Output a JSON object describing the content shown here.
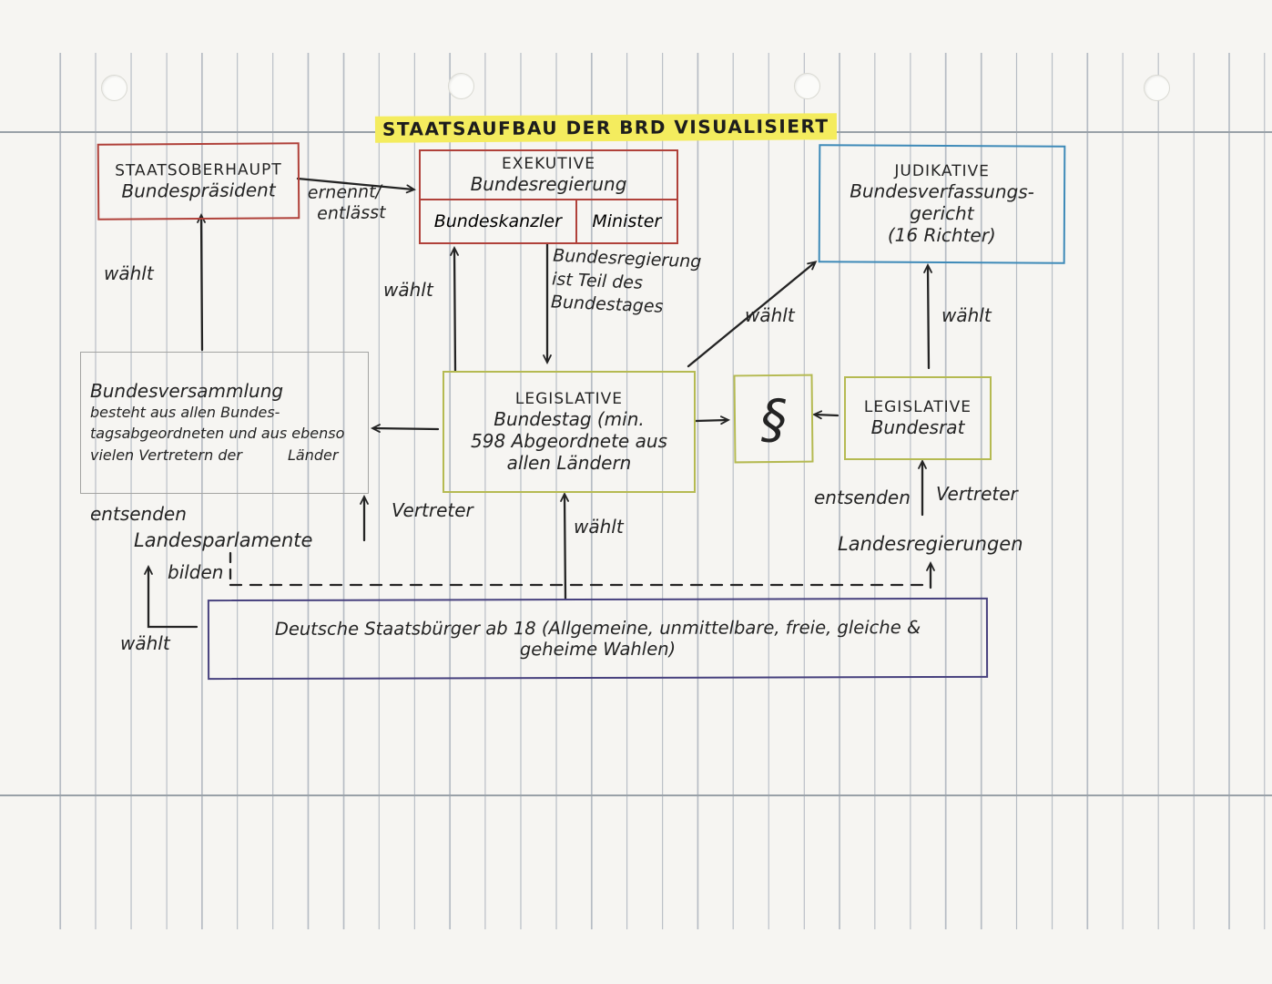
{
  "title": "STAATSAUFBAU DER BRD VISUALISIERT",
  "boxes": {
    "staatsoberhaupt": {
      "line1": "STAATSOBERHAUPT",
      "line2": "Bundespräsident",
      "border_color": "#b0413a"
    },
    "exekutive": {
      "title": "EXEKUTIVE",
      "subtitle": "Bundesregierung",
      "cell_left": "Bundeskanzler",
      "cell_right": "Minister",
      "border_color": "#b0413a"
    },
    "judikative": {
      "title": "JUDIKATIVE",
      "line2": "Bundesverfassungs-",
      "line3": "gericht",
      "line4": "(16 Richter)",
      "border_color": "#3e8ab8"
    },
    "bundesversammlung": {
      "title": "Bundesversammlung",
      "desc_line1": "besteht aus allen Bundes-",
      "desc_line2": "tagsabgeordneten und aus",
      "desc_line3": "ebenso vielen Vertretern der",
      "desc_line4": "Länder",
      "border_color": "#a4a4a2"
    },
    "bundestag": {
      "title": "LEGISLATIVE",
      "line2": "Bundestag (min.",
      "line3": "598 Abgeordnete aus",
      "line4": "allen Ländern",
      "border_color": "#b5ba52"
    },
    "paragraph": {
      "symbol": "§",
      "border_color": "#b5ba52"
    },
    "bundesrat": {
      "title": "LEGISLATIVE",
      "line2": "Bundesrat",
      "border_color": "#b5ba52"
    },
    "citizens": {
      "line1": "Deutsche Staatsbürger ab 18 (Allgemeine, unmittelbare, freie, gleiche &",
      "line2": "geheime Wahlen)",
      "border_color": "#47417e"
    }
  },
  "labels": {
    "waehlt": "wählt",
    "ernennt_line1": "ernennt/",
    "ernennt_line2": "entlässt",
    "note_line1": "Bundesregierung",
    "note_line2": "ist Teil des",
    "note_line3": "Bundestages",
    "entsenden": "entsenden",
    "vertreter": "Vertreter",
    "landesparlamente": "Landesparlamente",
    "bilden": "bilden",
    "landesregierungen": "Landesregierungen"
  },
  "colors": {
    "paper": "#f6f5f2",
    "ruling_line": "#b6bcc4",
    "margin_line": "#99a1a8",
    "ink": "#242424",
    "highlight": "#f4ec5e",
    "executive_red": "#b0413a",
    "judicative_blue": "#3e8ab8",
    "legislative_green": "#b5ba52",
    "citizens_purple": "#47417e",
    "pencil_gray": "#a4a4a2"
  }
}
